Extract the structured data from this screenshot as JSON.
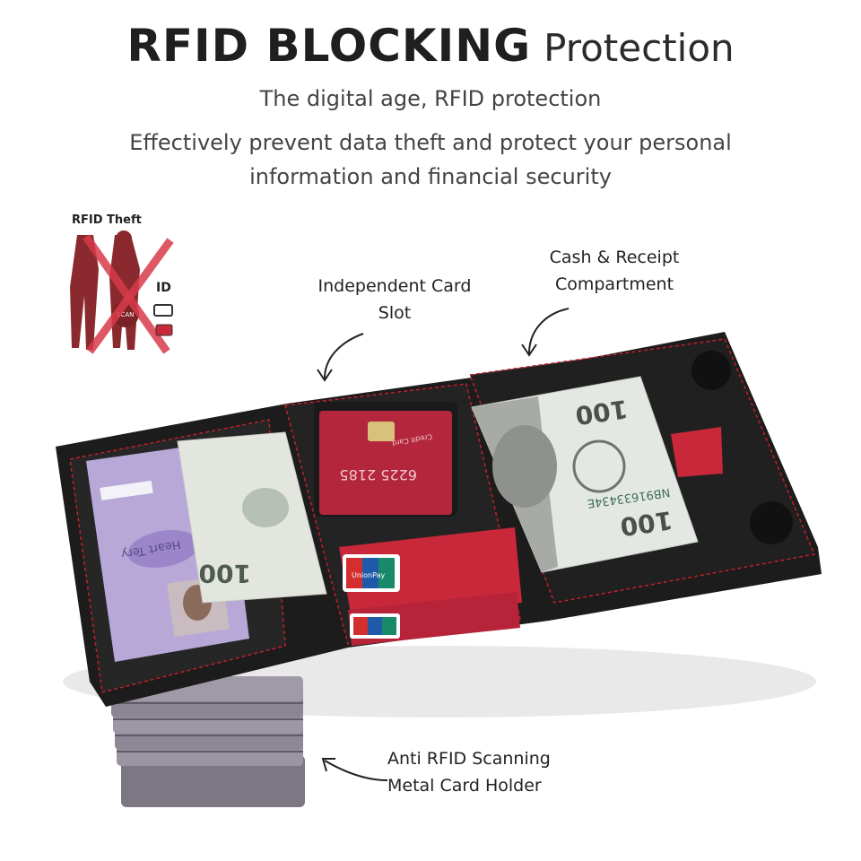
{
  "header": {
    "title_bold": "RFID BLOCKING",
    "title_light": "Protection",
    "subtitle": "The digital age, RFID protection",
    "description": "Effectively prevent data theft and protect your personal information and financial security"
  },
  "callouts": {
    "card_slot": "Independent Card Slot",
    "cash": "Cash & Receipt Compartment",
    "metal_holder": "Anti RFID Scanning Metal Card Holder"
  },
  "rfid_icon": {
    "title": "RFID Theft",
    "scan": "SCAN",
    "id": "ID"
  },
  "product_text": {
    "bill_serial": "NB91633434E",
    "bill_value": "100",
    "card_number": "6225 2185",
    "card_name": "Credit Card",
    "unionpay": "UnionPay",
    "id_name": "Heart Tery"
  },
  "colors": {
    "wallet": "#1c1c1c",
    "stitch": "#c0202a",
    "card_red": "#c8283a",
    "id_card": "#b7a8d8",
    "metal": "#8a8590",
    "cross": "#d83a4a"
  }
}
